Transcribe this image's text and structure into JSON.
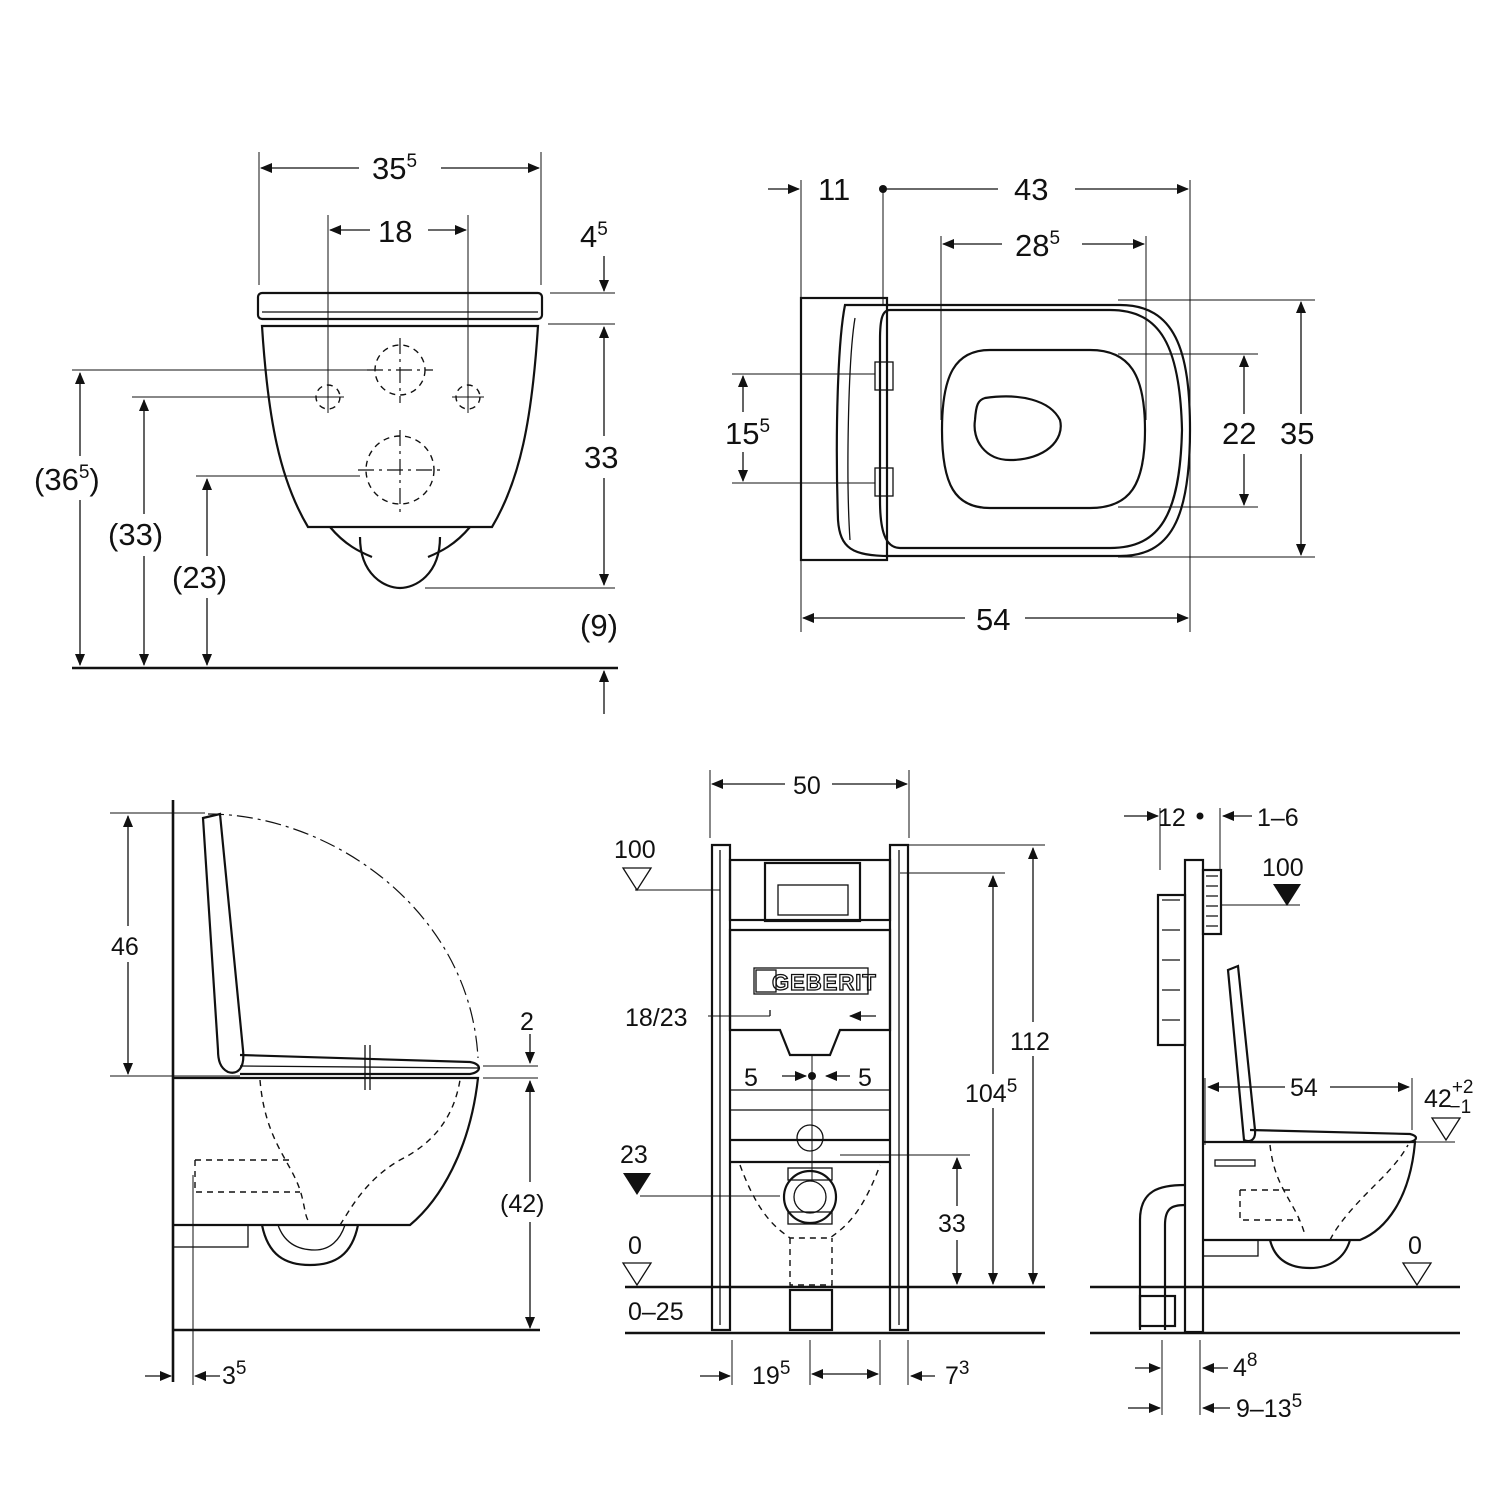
{
  "logo_text": "GEBERIT",
  "front_view": {
    "width": {
      "base": "35",
      "sup": "5"
    },
    "holes": "18",
    "seat": {
      "base": "4",
      "sup": "5"
    },
    "body_height": "33",
    "ground_gap": "(9)",
    "h_top": {
      "base": "(36",
      "sup": "5",
      "tail": ")"
    },
    "h_mid": "(33)",
    "h_low": "(23)"
  },
  "top_view": {
    "wall": "11",
    "length": "43",
    "opening": {
      "base": "28",
      "sup": "5"
    },
    "hinge": {
      "base": "15",
      "sup": "5"
    },
    "inner": "22",
    "width": "35",
    "total": "54"
  },
  "side_view": {
    "lid": "46",
    "seat": "2",
    "height": "(42)",
    "offset": {
      "base": "3",
      "sup": "5"
    }
  },
  "frame_front": {
    "width": "50",
    "actuation": "100",
    "connection": "18/23",
    "bolt_left": "5",
    "bolt_right": "5",
    "supply": "23",
    "floor": "0",
    "foot_range": "0–25",
    "height_total": "112",
    "height_frame": {
      "base": "104",
      "sup": "5"
    },
    "drain": "33",
    "foot_left": {
      "base": "19",
      "sup": "5"
    },
    "foot_right": {
      "base": "7",
      "sup": "3"
    }
  },
  "frame_side": {
    "depth": "12",
    "gap": "1–6",
    "actuation": "100",
    "projection": "54",
    "seat_height": {
      "base": "42",
      "sup": "+2",
      "sub": "−1"
    },
    "floor": "0",
    "foot": {
      "base": "4",
      "sup": "8"
    },
    "range": {
      "base": "9–13",
      "sup": "5"
    }
  }
}
